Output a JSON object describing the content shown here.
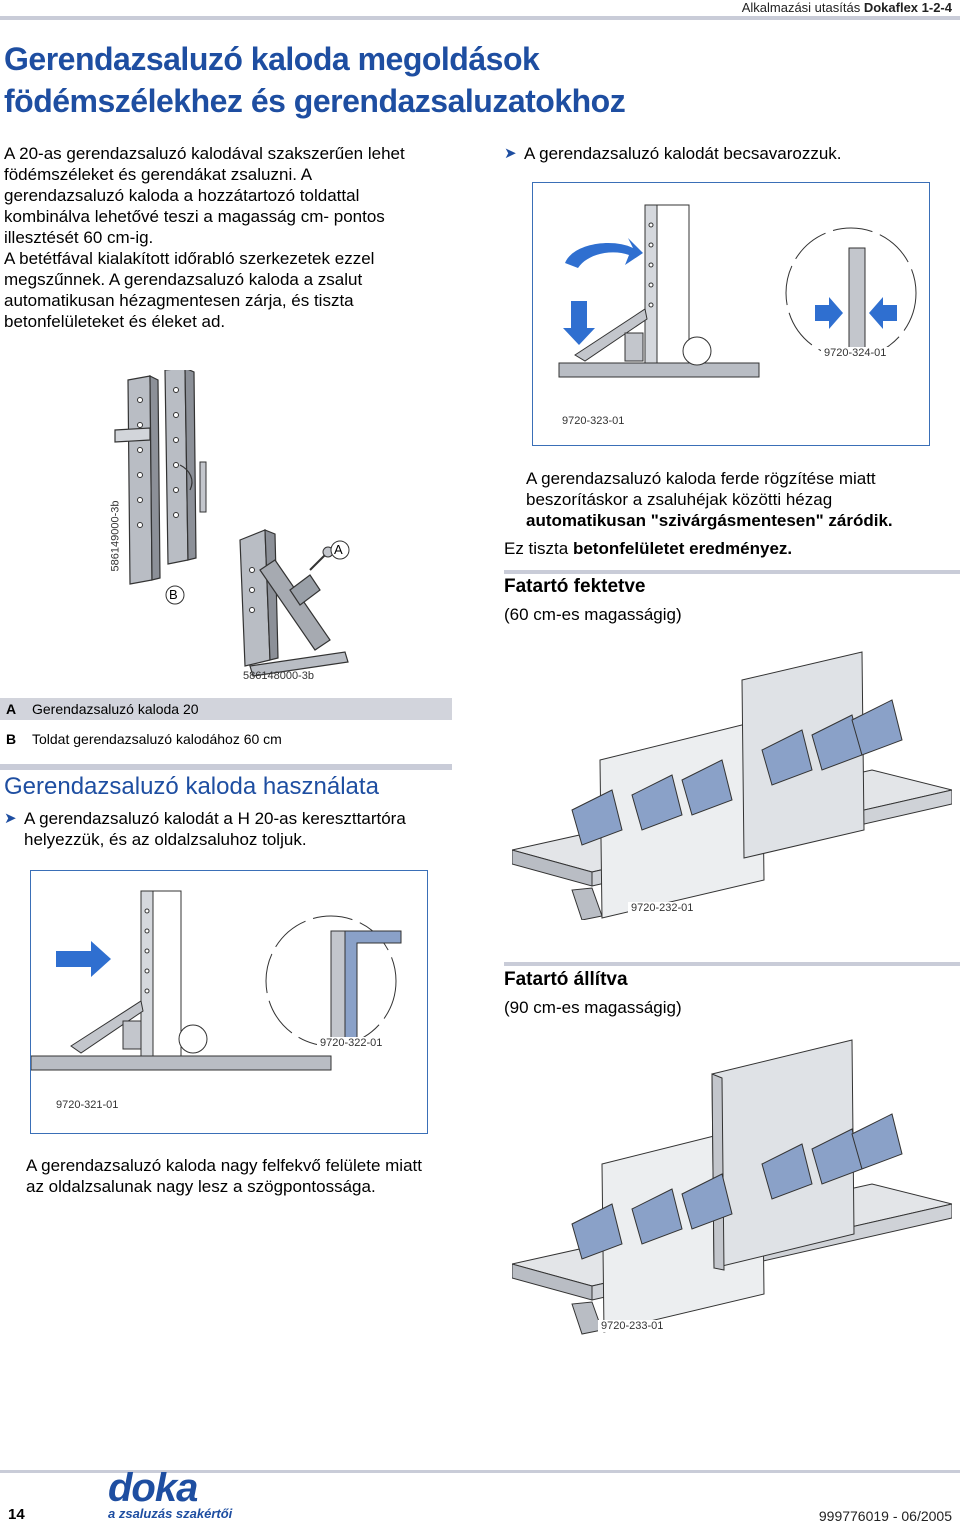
{
  "header": {
    "doc_prefix": "Alkalmazási utasítás",
    "doc_name": "Dokaflex 1-2-4"
  },
  "title": {
    "line1": "Gerendazsaluzó kaloda megoldások",
    "line2": "födémszélekhez és gerendazsaluzatokhoz"
  },
  "intro": [
    "A 20-as gerendazsaluzó kalodával szakszerűen lehet",
    "födémszéleket és gerendákat zsaluzni. A",
    "gerendazsaluzó kaloda a hozzátartozó toldattal",
    "kombinálva lehetővé teszi a magasság cm- pontos",
    "illesztését 60 cm-ig.",
    "A betétfával kialakított időrabló szerkezetek ezzel",
    "megszűnnek. A gerendazsaluzó kaloda a zsalut",
    "automatikusan hézagmentesen zárja, és tiszta",
    "betonfelületeket és éleket ad."
  ],
  "fig_left": {
    "code1": "586149000-3b",
    "code2": "586148000-3b",
    "label_a": "A",
    "label_b": "B"
  },
  "legend": [
    {
      "key": "A",
      "text": "Gerendazsaluzó kaloda 20"
    },
    {
      "key": "B",
      "text": "Toldat gerendazsaluzó kalodához 60 cm"
    }
  ],
  "section2": {
    "title": "Gerendazsaluzó kaloda használata",
    "step1_line1": "A gerendazsaluzó kalodát a H 20-as kereszttartóra",
    "step1_line2": "helyezzük, és az oldalzsaluhoz toljuk.",
    "fig_codes": {
      "a": "9720-321-01",
      "b": "9720-322-01"
    },
    "note_line1": "A gerendazsaluzó kaloda nagy felfekvő felülete miatt",
    "note_line2": "az oldalzsalunak nagy lesz a szögpontossága."
  },
  "right": {
    "step2": "A gerendazsaluzó kalodát becsavarozzuk.",
    "fig_codes": {
      "a": "9720-323-01",
      "b": "9720-324-01",
      "c": "9720-232-01",
      "d": "9720-233-01"
    },
    "para_line1": "A gerendazsaluzó kaloda ferde rögzítése miatt",
    "para_line2": "beszorításkor a zsaluhéjak közötti hézag",
    "para_line3": "automatikusan \"szivárgásmentesen\" záródik.",
    "para2_prefix": "Ez tiszta ",
    "para2_bold": "betonfelületet eredményez.",
    "fatarto1_title": "Fatartó fektetve",
    "fatarto1_sub": "(60 cm-es magasságig)",
    "fatarto2_title": "Fatartó állítva",
    "fatarto2_sub": "(90 cm-es magasságig)"
  },
  "footer": {
    "page": "14",
    "doc_number": "999776019  - 06/2005",
    "logo_text": "doka",
    "logo_tagline": "a zsaluzás szakértői"
  },
  "colors": {
    "blue": "#1e4ea1",
    "rule": "#c9ccd8",
    "frame_blue": "#3a6fb7"
  }
}
